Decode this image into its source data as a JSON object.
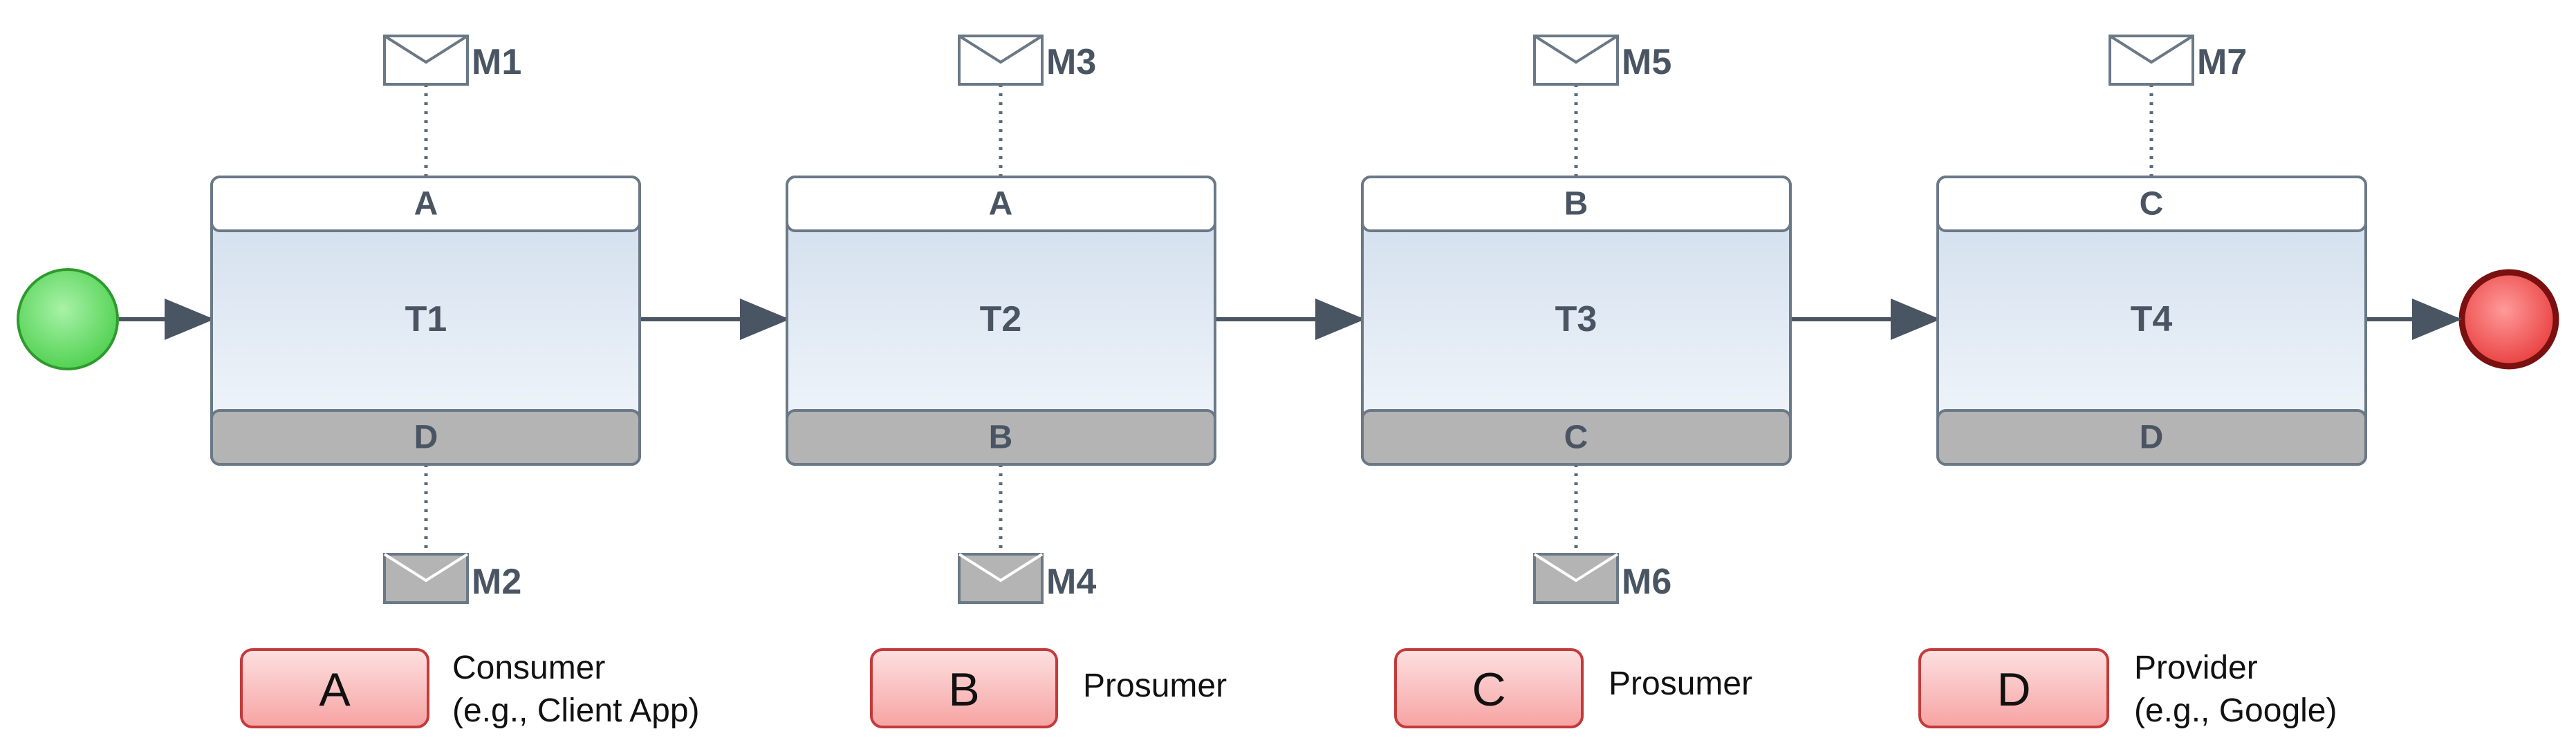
{
  "diagram": {
    "tasks": [
      {
        "id": "T1",
        "label": "T1",
        "top_participant": "A",
        "bottom_participant": "D",
        "top_message": "M1",
        "bottom_message": "M2"
      },
      {
        "id": "T2",
        "label": "T2",
        "top_participant": "A",
        "bottom_participant": "B",
        "top_message": "M3",
        "bottom_message": "M4"
      },
      {
        "id": "T3",
        "label": "T3",
        "top_participant": "B",
        "bottom_participant": "C",
        "top_message": "M5",
        "bottom_message": "M6"
      },
      {
        "id": "T4",
        "label": "T4",
        "top_participant": "C",
        "bottom_participant": "D",
        "top_message": "M7",
        "bottom_message": ""
      }
    ],
    "legend": [
      {
        "key": "A",
        "line1": "Consumer",
        "line2": "(e.g., Client App)"
      },
      {
        "key": "B",
        "line1": "Prosumer",
        "line2": ""
      },
      {
        "key": "C",
        "line1": "Prosumer",
        "line2": ""
      },
      {
        "key": "D",
        "line1": "Provider",
        "line2": "(e.g., Google)"
      }
    ],
    "colors": {
      "start_event": "#66dd66",
      "end_event": "#ee4444",
      "task_fill": "#dbe7f4",
      "initiating_band": "#ffffff",
      "non_initiating_band": "#b4b4b4",
      "connector": "#4a5563",
      "legend_fill": "#fbb4b4"
    }
  }
}
